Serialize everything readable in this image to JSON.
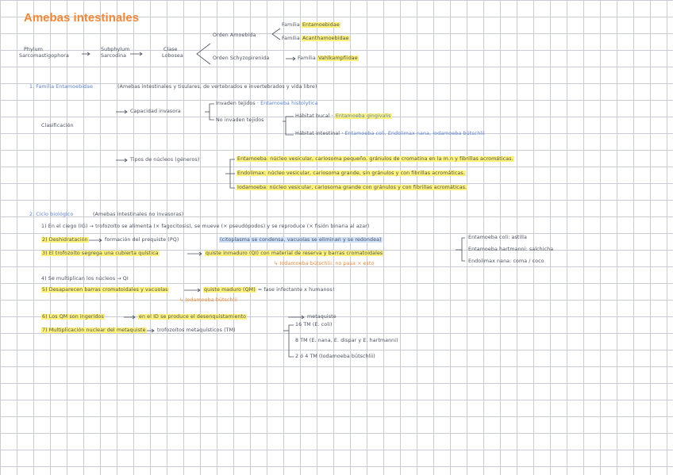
{
  "header": {
    "title": "Amebas intestinales"
  },
  "taxonomy": {
    "phylum": "Phylum",
    "phylum_name": "Sarcomastigophora",
    "subphylum": "Subphylum",
    "subphylum_name": "Sarcodina",
    "clase": "Clase",
    "clase_name": "Lobosea",
    "orden1": "Orden Amoebida",
    "orden2": "Orden Schyzopirenida",
    "familia1_prefix": "Familia",
    "familia1": "Entamoebidae",
    "familia2_prefix": "Familia",
    "familia2": "Acanthamoebidae",
    "familia3_prefix": "Familia",
    "familia3": "Vahlkampfiidae"
  },
  "section1": {
    "heading": "1. Familia Entamoebidae",
    "description": "(Amebas intestinales y tisulares, de vertebrados e invertebrados y vida libre)",
    "clasificacion": "Clasificación",
    "capacidad": "Capacidad invasora",
    "invaden": "Invaden tejidos",
    "invaden_example": "Entamoeba histolytica",
    "no_invaden": "No invaden tejidos",
    "habitat_bucal": "Hábitat bucal",
    "habitat_bucal_example": "Entamoeba gingivalis",
    "habitat_intestinal": "Hábitat intestinal",
    "habitat_intestinal_examples": "Entamoeba coli, Endolimax nana, Iodamoeba bütschlii",
    "tipos": "Tipos de núcleos (géneros)",
    "tipo1": "Entamoeba: núcleo vesicular, cariosoma pequeño, gránulos de cromatina en la m.n y fibrillas acromáticas.",
    "tipo2": "Endolimax: núcleo vesicular, cariosoma grande, sin gránulos y con fibrillas acromáticas.",
    "tipo3": "Iodamoeba: núcleo vesicular, cariosoma grande con gránulos y con fibrillas acromáticas."
  },
  "section2": {
    "heading": "2. Ciclo biológico",
    "heading_note": "(Amebas intestinales no invasoras)",
    "step1": "1) En el ciego (IG) → trofozoíto se alimenta (× fagocitosis), se mueve (× pseudópodos) y se reproduce (× fisión binaria al azar)",
    "step2_a": "2) Deshidratación",
    "step2_b": "formación del prequiste (PQ)",
    "step2_c": "(citoplasma se condensa, vacuolas se eliminan y se redondea)",
    "step3_a": "3) El trofozoíto segrega una cubierta quística",
    "step3_b": "quiste inmaduro (QI) con material de reserva y barras cromatoidales",
    "step3_note": "↳ Iodamoeba bütschlii: no pasa × esto",
    "side1": "Entamoeba coli: astilla",
    "side2": "Entamoeba hartmanni: salchicha",
    "side3": "Endolimax nana: coma / coco",
    "step4": "4) Se multiplican los núcleos → QI",
    "step5_a": "5) Desaparecen barras cromatoidales y vacuolas",
    "step5_b": "quiste maduro (QM)",
    "step5_c": "= fase infectante x humanos!",
    "step5_note": "↳ Iodamoeba bütschlii",
    "step6_a": "6) Los QM son ingeridos",
    "step6_b": "en el ID se produce el desenquistamiento",
    "step6_c": "metaquiste",
    "step7_a": "7) Multiplicación nuclear del metaquiste",
    "step7_b": "trofozoítos metaquísticos (TM)",
    "tm1": "16 TM (E. coli)",
    "tm2": "8 TM (E. nana, E. dispar y E. hartmanni)",
    "tm3": "2 ó 4 TM (Iodamoeba bütschlii)"
  }
}
